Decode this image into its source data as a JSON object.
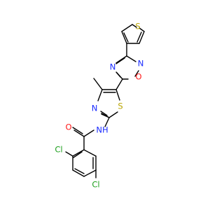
{
  "molecule": {
    "atoms": {
      "s_thiophene": {
        "label": "S",
        "color": "#b8a400"
      },
      "n_oxa_top": {
        "label": "N",
        "color": "#1a2bff"
      },
      "n_oxa_left": {
        "label": "N",
        "color": "#1a2bff"
      },
      "o_oxa": {
        "label": "O",
        "color": "#ff1a1a"
      },
      "s_thiazole": {
        "label": "S",
        "color": "#b8a400"
      },
      "n_thiazole": {
        "label": "N",
        "color": "#1a2bff"
      },
      "nh": {
        "label": "NH",
        "color": "#1a2bff"
      },
      "o_carbonyl": {
        "label": "O",
        "color": "#ff1a1a"
      },
      "cl_upper": {
        "label": "Cl",
        "color": "#1fa01f"
      },
      "cl_lower": {
        "label": "Cl",
        "color": "#1fa01f"
      }
    }
  }
}
